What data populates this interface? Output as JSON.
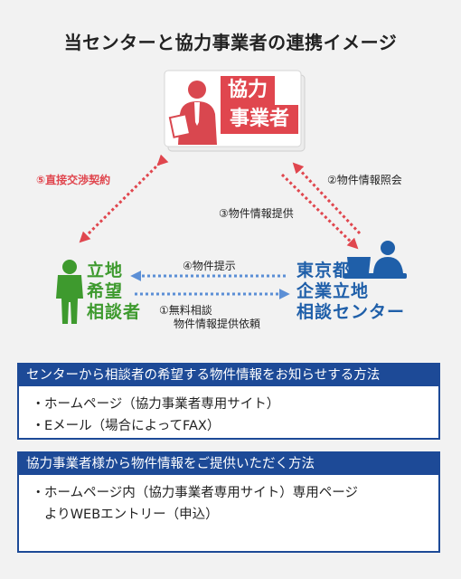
{
  "title": "当センターと協力事業者の連携イメージ",
  "nodes": {
    "partner": {
      "line1": "協力",
      "line2": "事業者"
    },
    "consultant": {
      "line1": "立地",
      "line2": "希望",
      "line3": "相談者"
    },
    "center": {
      "line1": "東京都",
      "line2": "企業立地",
      "line3": "相談センター"
    }
  },
  "flows": {
    "direct_contract": "⑤直接交渉契約",
    "inquiry": "②物件情報照会",
    "provide_info": "③物件情報提供",
    "present": "④物件提示",
    "request_line1": "①無料相談",
    "request_line2": "物件情報提供依頼"
  },
  "box1": {
    "header": "センターから相談者の希望する物件情報をお知らせする方法",
    "items": [
      "ホームページ（協力事業者専用サイト）",
      "Eメール（場合によってFAX）"
    ]
  },
  "box2": {
    "header": "協力事業者様から物件情報をご提供いただく方法",
    "item_line1": "ホームページ内（協力事業者専用サイト）専用ページ",
    "item_line2": "よりWEBエントリー（申込）"
  },
  "bullet": "・",
  "colors": {
    "red": "#e0464e",
    "green": "#3e9a2e",
    "blue": "#1f5fa9",
    "navy": "#1d4a97"
  },
  "icons": [
    "businessman-document-icon",
    "standing-man-icon",
    "office-worker-laptop-icon"
  ]
}
